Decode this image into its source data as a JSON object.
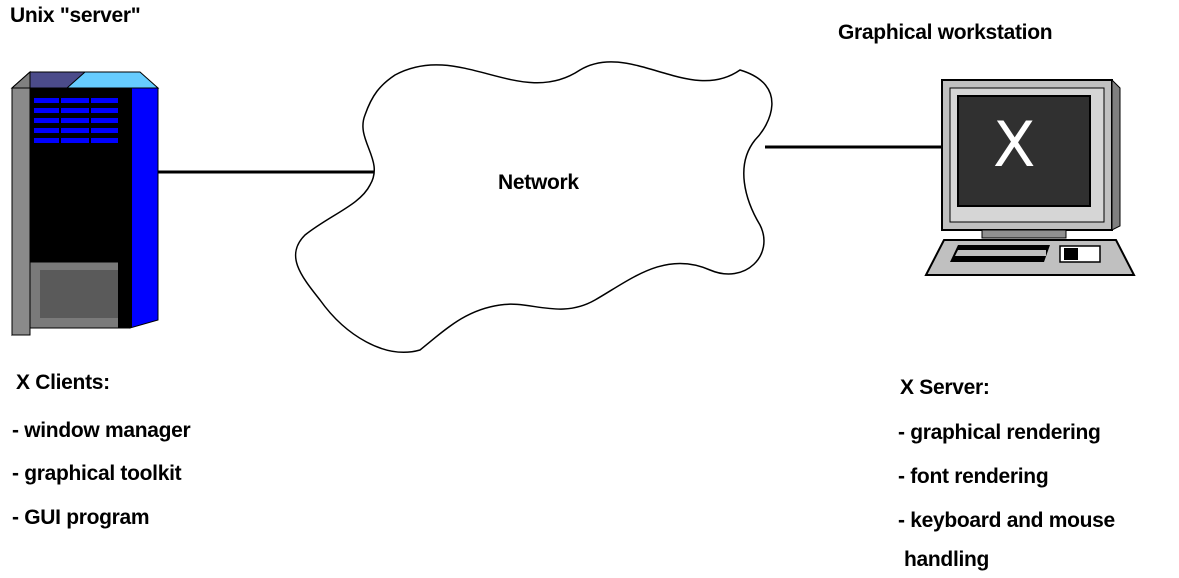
{
  "server": {
    "title": "Unix \"server\"",
    "heading": "X Clients:",
    "items": [
      "- window manager",
      "- graphical toolkit",
      "- GUI program"
    ]
  },
  "network": {
    "label": "Network"
  },
  "workstation": {
    "title": "Graphical workstation",
    "screen_letter": "X",
    "heading": "X Server:",
    "items": [
      "- graphical rendering",
      "- font rendering",
      "- keyboard and mouse",
      "handling"
    ]
  },
  "colors": {
    "server_blue": "#0000ff",
    "server_light_blue": "#66ccff",
    "server_gray": "#808080",
    "monitor_gray": "#c0c0c0",
    "screen_dark": "#303030",
    "line": "#000000"
  }
}
